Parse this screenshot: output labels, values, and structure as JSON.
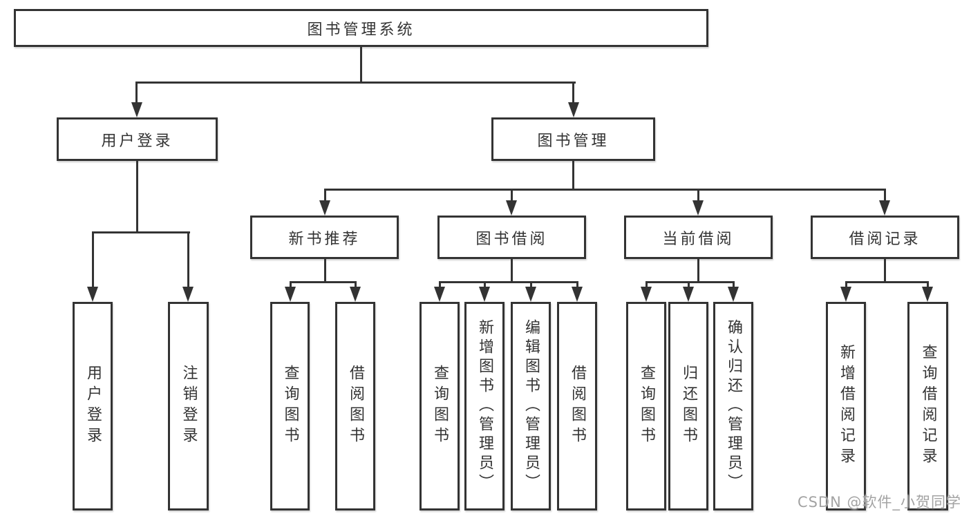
{
  "diagram": {
    "title": "图书管理系统",
    "root": {
      "label": "图书管理系统"
    },
    "level2": [
      {
        "label": "用户登录"
      },
      {
        "label": "图书管理"
      }
    ],
    "level3": [
      {
        "label": "新书推荐"
      },
      {
        "label": "图书借阅"
      },
      {
        "label": "当前借阅"
      },
      {
        "label": "借阅记录"
      }
    ],
    "leaves": {
      "login": [
        "用户登录",
        "注销登录"
      ],
      "recommend": [
        "查询图书",
        "借阅图书"
      ],
      "borrow": [
        "查询图书",
        "新增图书（管理员）",
        "编辑图书（管理员）",
        "借阅图书"
      ],
      "current": [
        "查询图书",
        "归还图书",
        "确认归还（管理员）"
      ],
      "records": [
        "新增借阅记录",
        "查询借阅记录"
      ]
    }
  },
  "watermark": {
    "text": "CSDN @软件_小贺同学"
  },
  "colors": {
    "line": "#333333",
    "box_border": "#333333",
    "text": "#333333",
    "background": "#ffffff",
    "watermark": "#a3a3a3"
  }
}
